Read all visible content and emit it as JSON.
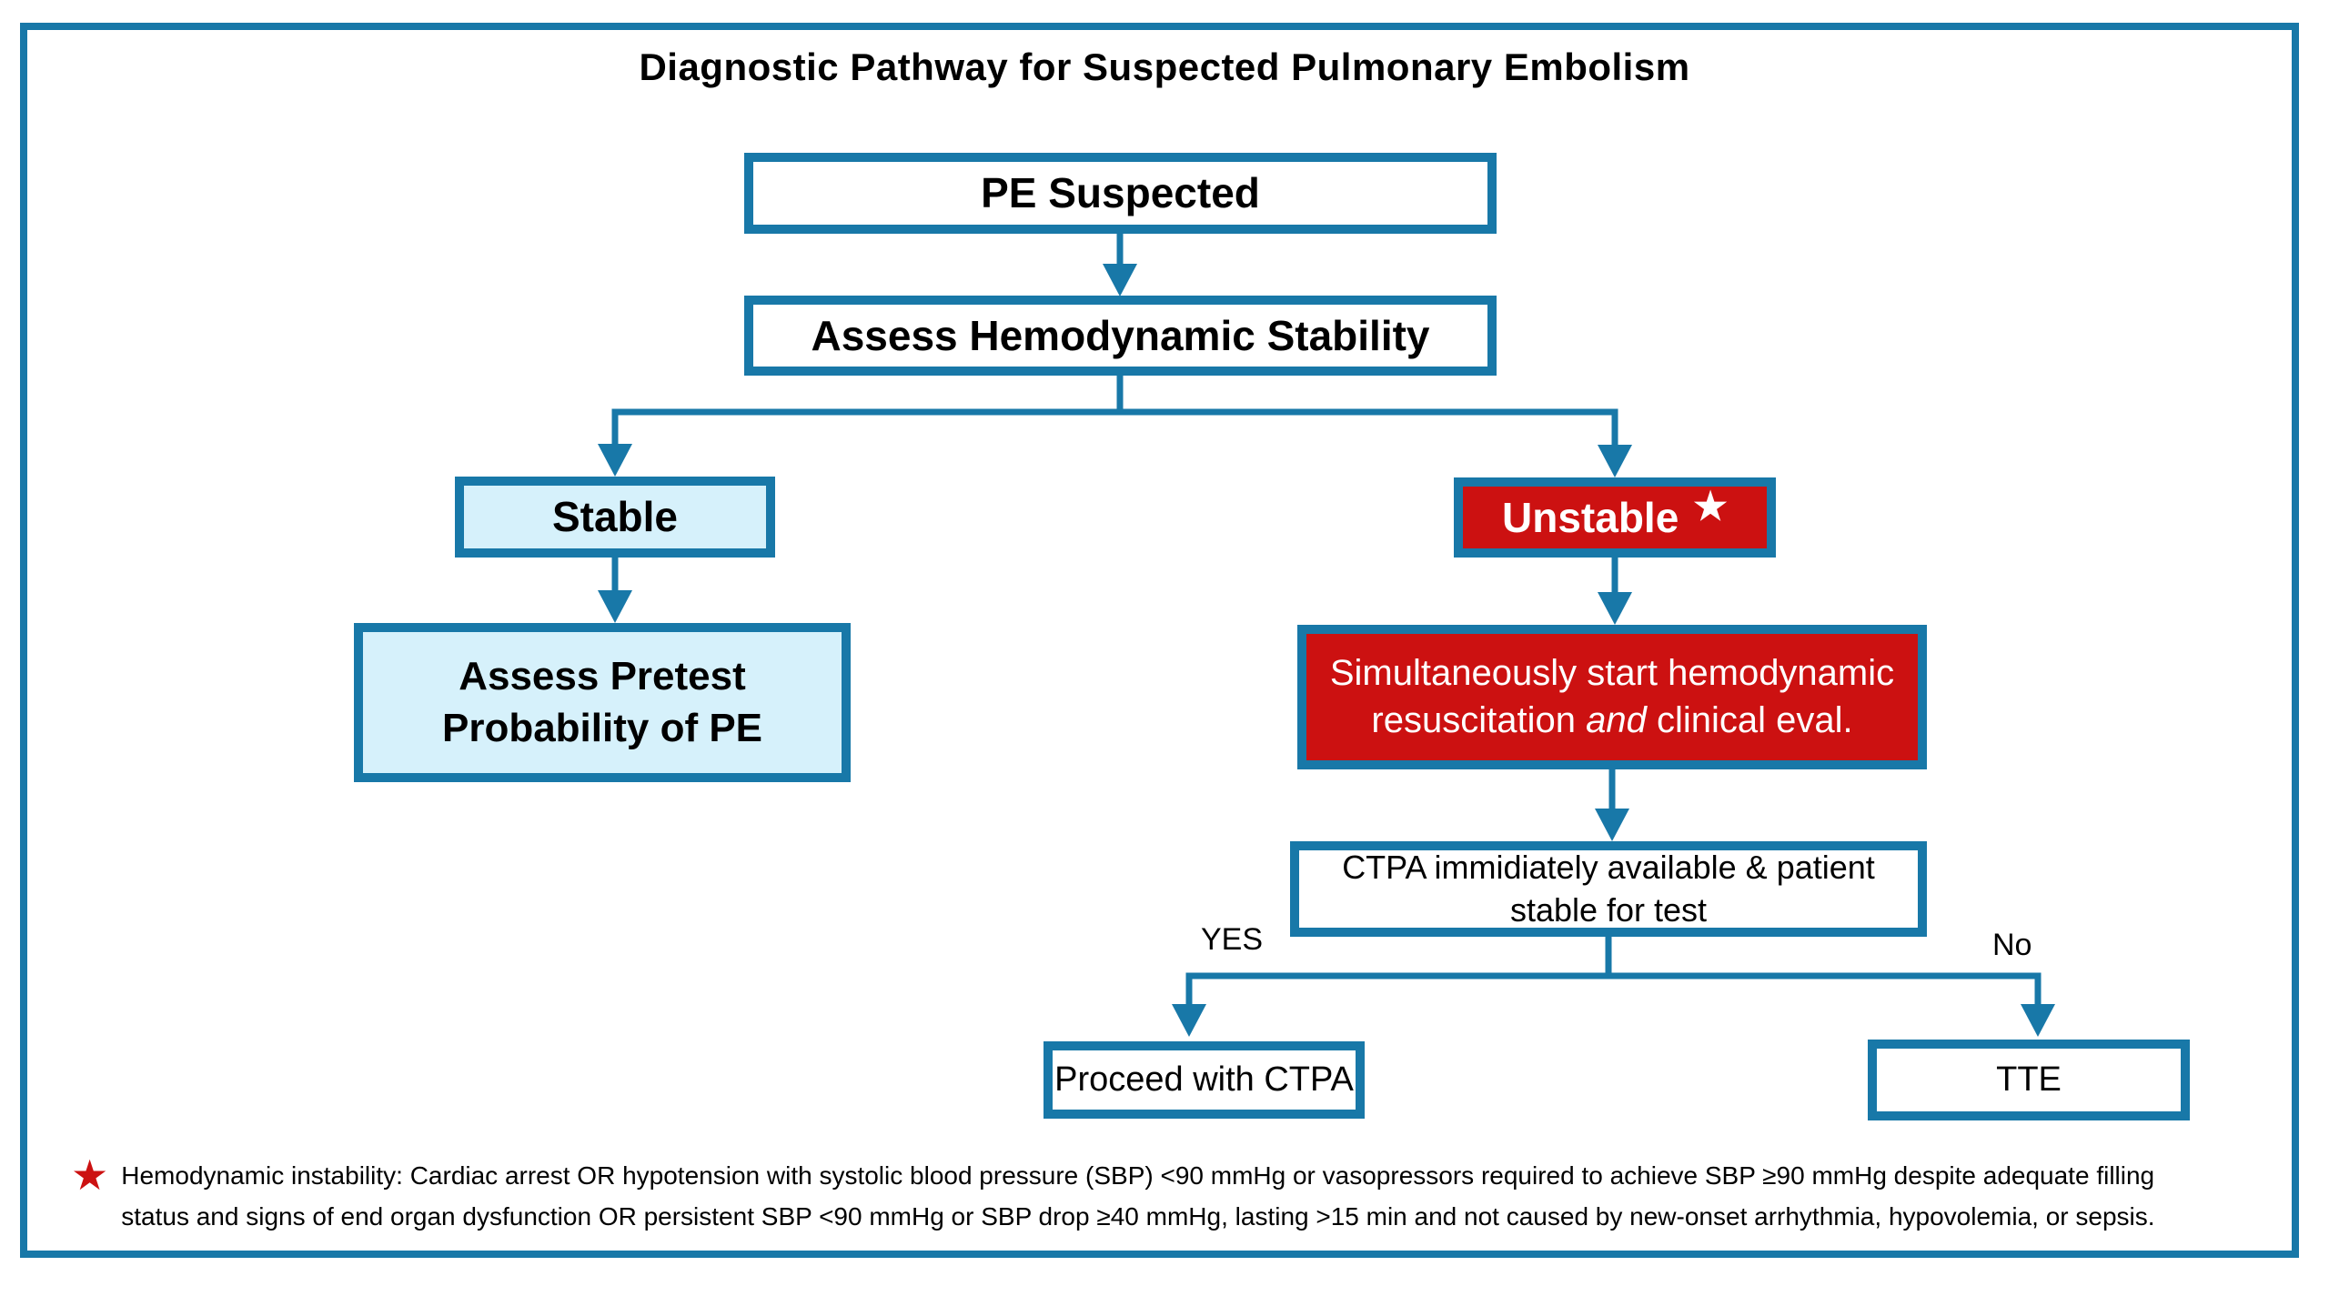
{
  "title": "Diagnostic Pathway for Suspected Pulmonary Embolism",
  "colors": {
    "accent_teal": "#1878A8",
    "alert_red": "#CC1111",
    "light_blue_fill": "#D6F1FB",
    "box_white": "#FFFFFF",
    "text_black": "#000000",
    "text_white": "#FFFFFF"
  },
  "nodes": {
    "pe_suspected": {
      "label": "PE Suspected"
    },
    "assess_stability": {
      "label": "Assess Hemodynamic Stability"
    },
    "stable": {
      "label": "Stable"
    },
    "unstable": {
      "label": "Unstable",
      "star_icon": "★"
    },
    "assess_pretest": {
      "line1": "Assess Pretest",
      "line2": "Probability of PE"
    },
    "resuscitation": {
      "line1": "Simultaneously start hemodynamic",
      "line2_pre": "resuscitation",
      "line2_italic": "and",
      "line2_post": "clinical eval."
    },
    "ctpa_available": {
      "line1": "CTPA immidiately available & patient",
      "line2": "stable for test"
    },
    "proceed_ctpa": {
      "label": "Proceed with CTPA"
    },
    "tte": {
      "label": "TTE"
    }
  },
  "edge_labels": {
    "yes": "YES",
    "no": "No"
  },
  "footnote": {
    "star_icon": "★",
    "line1": "Hemodynamic instability: Cardiac arrest OR hypotension with systolic blood pressure (SBP) <90 mmHg or vasopressors required to achieve SBP ≥90 mmHg despite adequate filling",
    "line2": "status and signs of end organ dysfunction OR persistent SBP <90 mmHg or SBP drop ≥40 mmHg, lasting >15 min and not caused by new-onset arrhythmia, hypovolemia, or sepsis."
  }
}
